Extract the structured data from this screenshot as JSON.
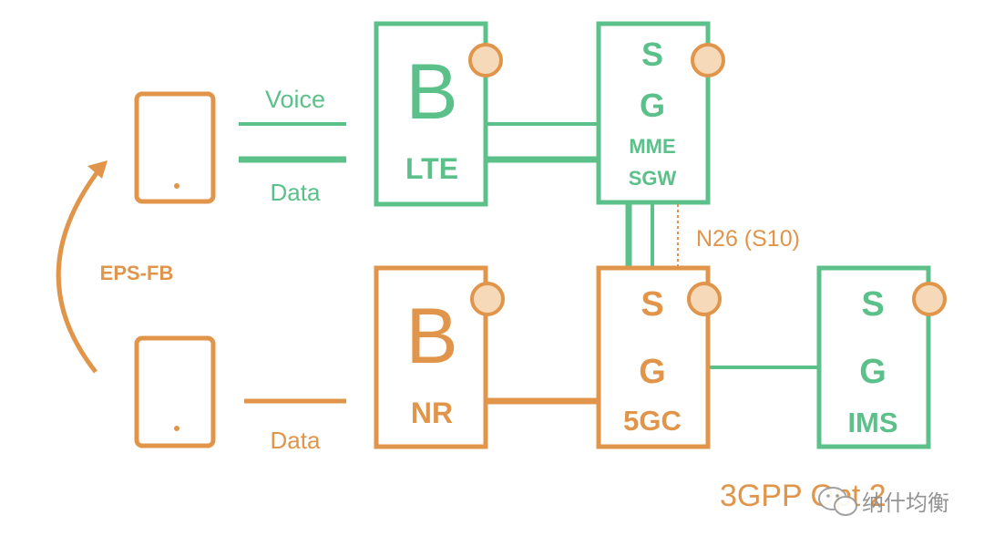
{
  "colors": {
    "green": "#5cc08a",
    "orange": "#e0954a",
    "circle_fill": "#f6d9b8"
  },
  "ue": {
    "top_label": "",
    "bottom_label": ""
  },
  "links": {
    "voice_label": "Voice",
    "data_label_top": "Data",
    "data_label_bottom": "Data"
  },
  "eps_fb_label": "EPS-FB",
  "enb_lte": {
    "letter": "B",
    "label": "LTE"
  },
  "epc": {
    "line1": "S",
    "line2": "G",
    "line3": "MME",
    "line4": "SGW"
  },
  "gnb_nr": {
    "letter": "B",
    "label": "NR"
  },
  "core_5gc": {
    "line1": "S",
    "line2": "G",
    "line3": "5GC"
  },
  "ims": {
    "line1": "S",
    "line2": "G",
    "line3": "IMS"
  },
  "n26_label": "N26 (S10)",
  "caption": "3GPP Opt 2",
  "watermark": {
    "text": "纳什均衡",
    "icon": "wechat-icon"
  }
}
